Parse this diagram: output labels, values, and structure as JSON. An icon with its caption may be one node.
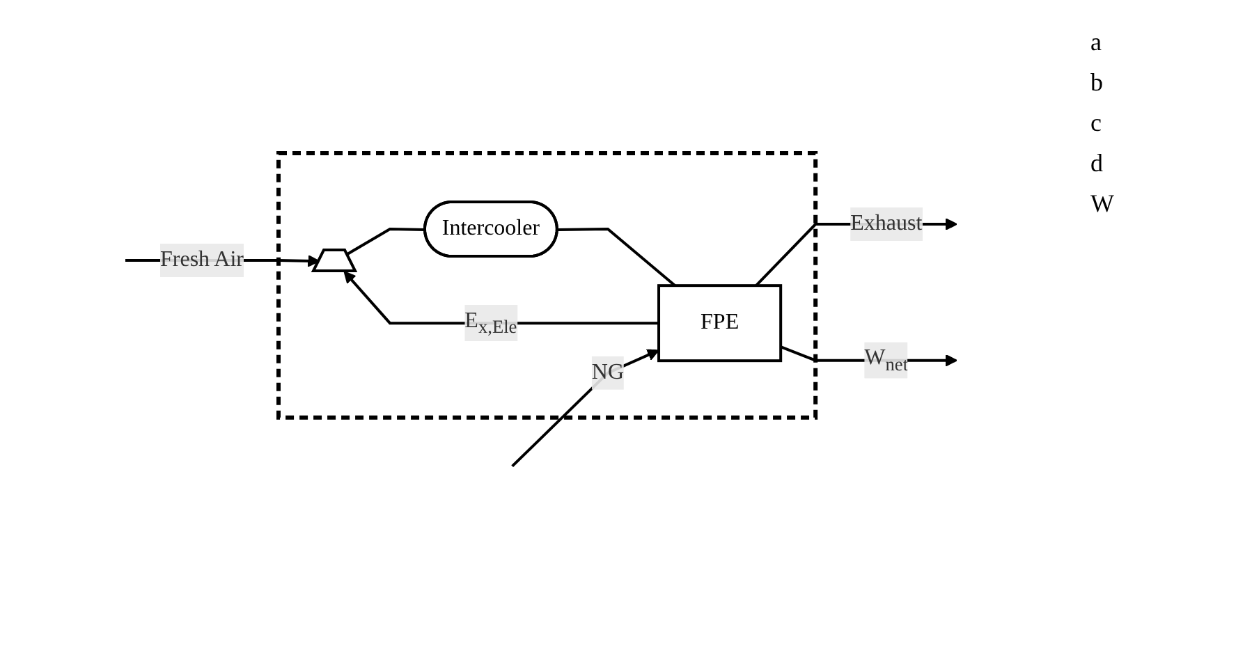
{
  "diagram": {
    "nodes": [
      {
        "text": [],
        "shape": "box"
      },
      {
        "text": [],
        "shape": "box",
        "in": 0
      },
      {
        "text": [
          "Intercooler"
        ],
        "in": 0
      },
      {
        "text": [
          "FPE"
        ],
        "in": 0
      }
    ],
    "edges": [
      {
        "from": null,
        "to": 1,
        "arrow": "to",
        "label": "Fresh Air"
      },
      {
        "from": 1,
        "to": 2,
        "arrow": "none"
      },
      {
        "from": 2,
        "to": 3,
        "arrow": "none"
      },
      {
        "from": null,
        "to": 3,
        "arrow": "to",
        "label": "NG"
      },
      {
        "from": 3,
        "to": null,
        "arrow": "to",
        "label": "Exhaust"
      },
      {
        "from": 3,
        "to": 1,
        "arrow": "to",
        "label": "E$_{x,Ele}$"
      },
      {
        "from": 3,
        "to": null,
        "arrow": "to",
        "label": "W$_{net}$"
      }
    ],
    "labels": [
      "a",
      "b",
      "c",
      "d",
      "W"
    ]
  }
}
